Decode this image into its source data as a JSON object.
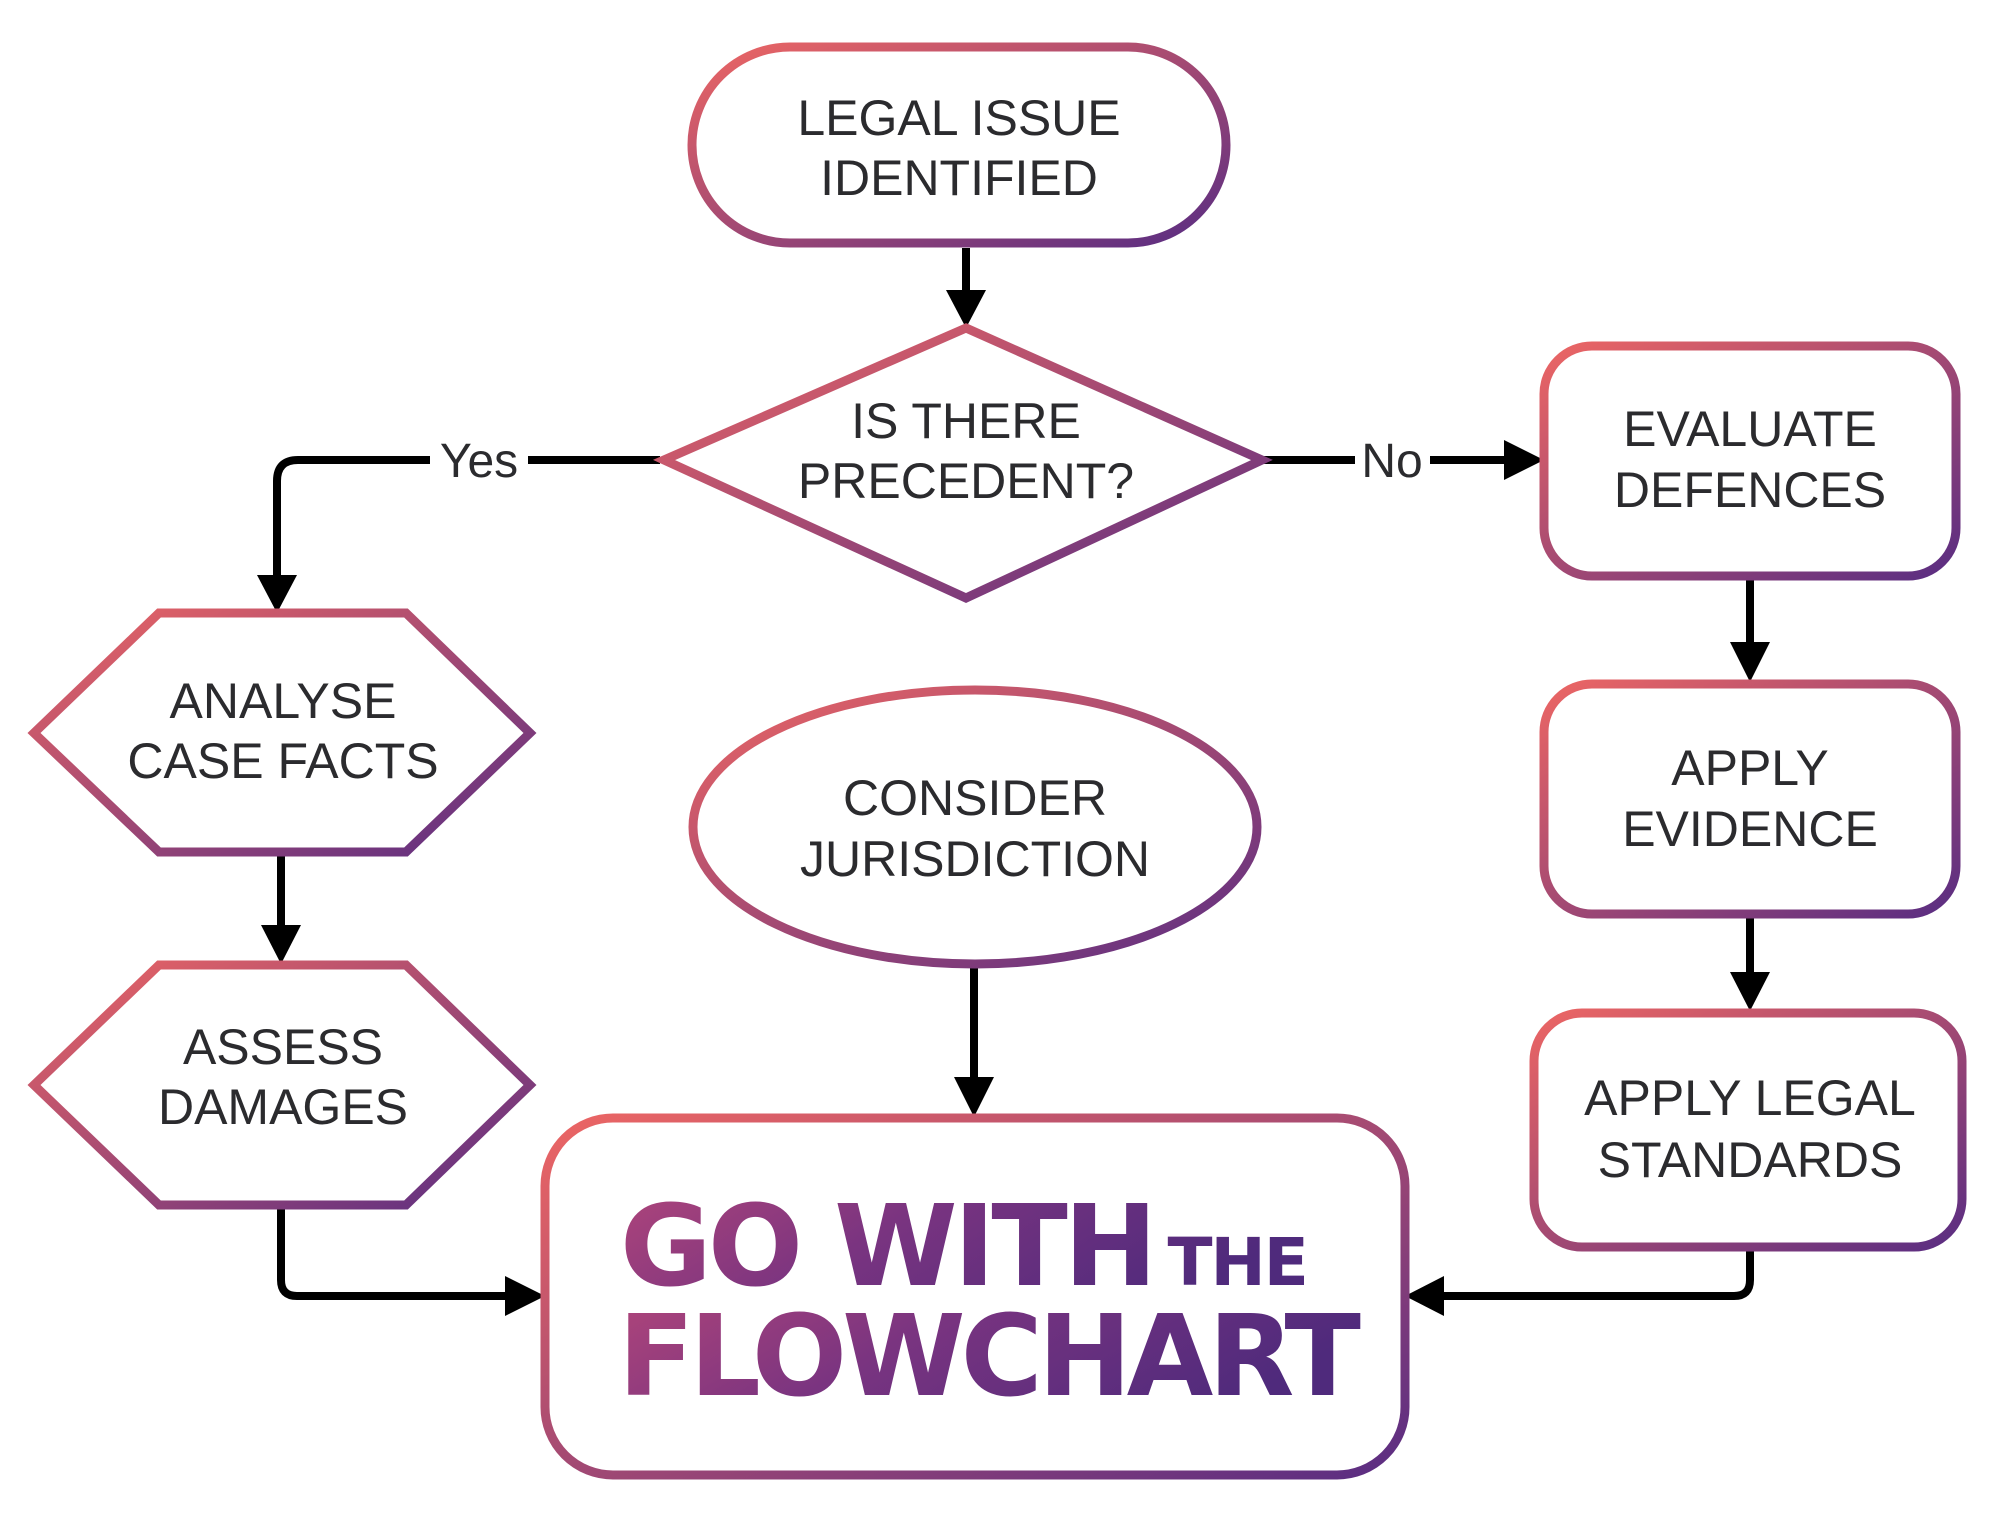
{
  "diagram": {
    "type": "flowchart",
    "gradient": {
      "start_color": "#ec6664",
      "end_color": "#5a2d82"
    },
    "nodes": {
      "start": {
        "shape": "terminator",
        "lines": [
          "LEGAL ISSUE",
          "IDENTIFIED"
        ]
      },
      "decision": {
        "shape": "diamond",
        "lines": [
          "IS THERE",
          "PRECEDENT?"
        ]
      },
      "analyse": {
        "shape": "hexagon",
        "lines": [
          "ANALYSE",
          "CASE FACTS"
        ]
      },
      "assess": {
        "shape": "hexagon",
        "lines": [
          "ASSESS",
          "DAMAGES"
        ]
      },
      "jurisdiction": {
        "shape": "ellipse",
        "lines": [
          "CONSIDER",
          "JURISDICTION"
        ]
      },
      "evaluate": {
        "shape": "rounded-rect",
        "lines": [
          "EVALUATE",
          "DEFENCES"
        ]
      },
      "evidence": {
        "shape": "rounded-rect",
        "lines": [
          "APPLY",
          "EVIDENCE"
        ]
      },
      "standards": {
        "shape": "rounded-rect",
        "lines": [
          "APPLY LEGAL",
          "STANDARDS"
        ]
      },
      "final": {
        "shape": "rounded-rect",
        "title_line1_big": "GO WITH",
        "title_line1_small": "THE",
        "title_line2": "FLOWCHART"
      }
    },
    "edges": [
      {
        "from": "start",
        "to": "decision",
        "label": ""
      },
      {
        "from": "decision",
        "to": "analyse",
        "label": "Yes"
      },
      {
        "from": "decision",
        "to": "evaluate",
        "label": "No"
      },
      {
        "from": "analyse",
        "to": "assess",
        "label": ""
      },
      {
        "from": "assess",
        "to": "final",
        "label": ""
      },
      {
        "from": "jurisdiction",
        "to": "final",
        "label": ""
      },
      {
        "from": "evaluate",
        "to": "evidence",
        "label": ""
      },
      {
        "from": "evidence",
        "to": "standards",
        "label": ""
      },
      {
        "from": "standards",
        "to": "final",
        "label": ""
      }
    ]
  }
}
